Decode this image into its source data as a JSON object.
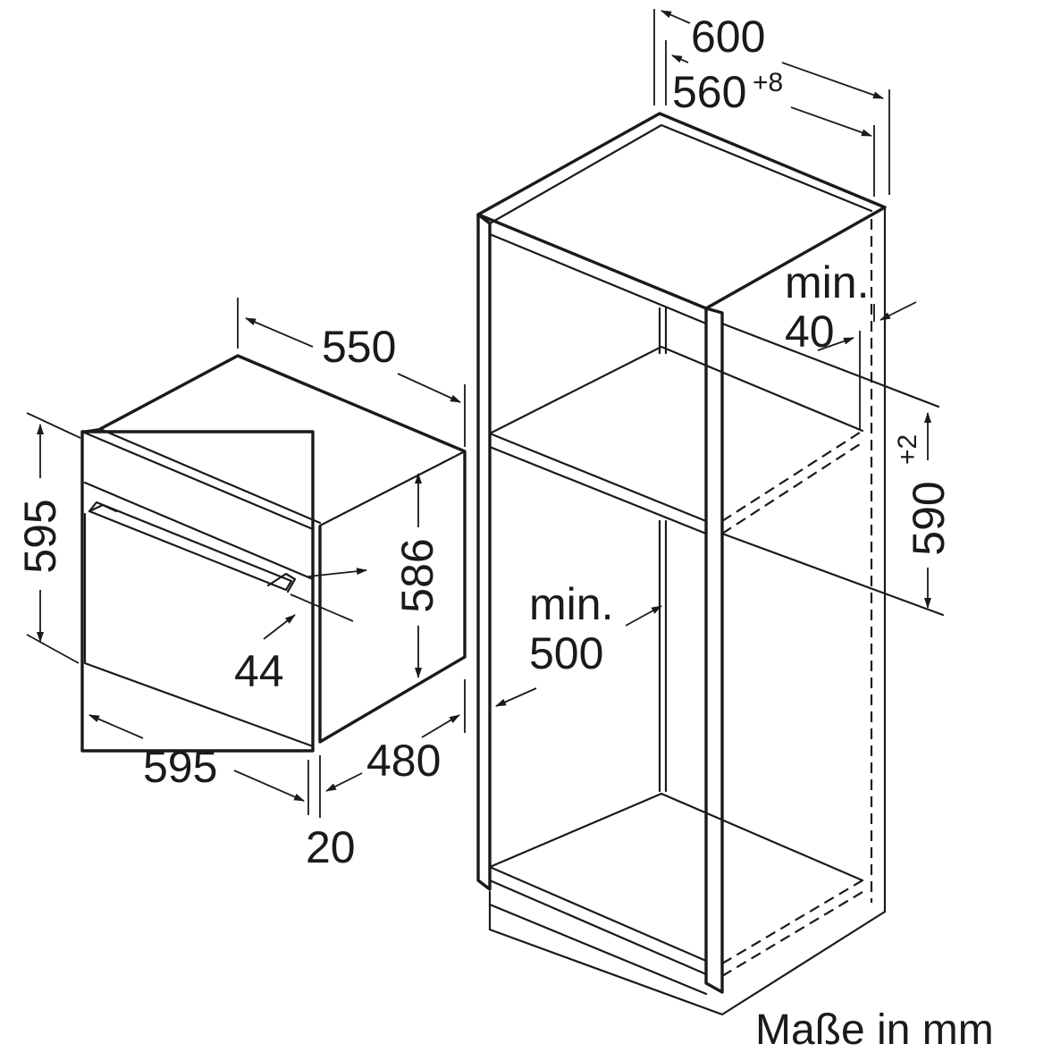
{
  "dimensions": {
    "oven_depth": "550",
    "oven_height": "595",
    "oven_body_height": "586",
    "oven_width": "595",
    "oven_body_depth": "480",
    "front_panel_thickness": "20",
    "handle_depth": "44",
    "cabinet_width": "600",
    "niche_width_base": "560",
    "niche_width_tol": "+8",
    "back_gap_min_label": "min.",
    "back_gap_min_value": "40",
    "niche_depth_min_label": "min.",
    "niche_depth_min_value": "500",
    "niche_height_base": "590",
    "niche_height_tol": "+2"
  },
  "units_note": "Maße in mm",
  "colors": {
    "line": "#1a1a1a",
    "background": "#ffffff"
  }
}
